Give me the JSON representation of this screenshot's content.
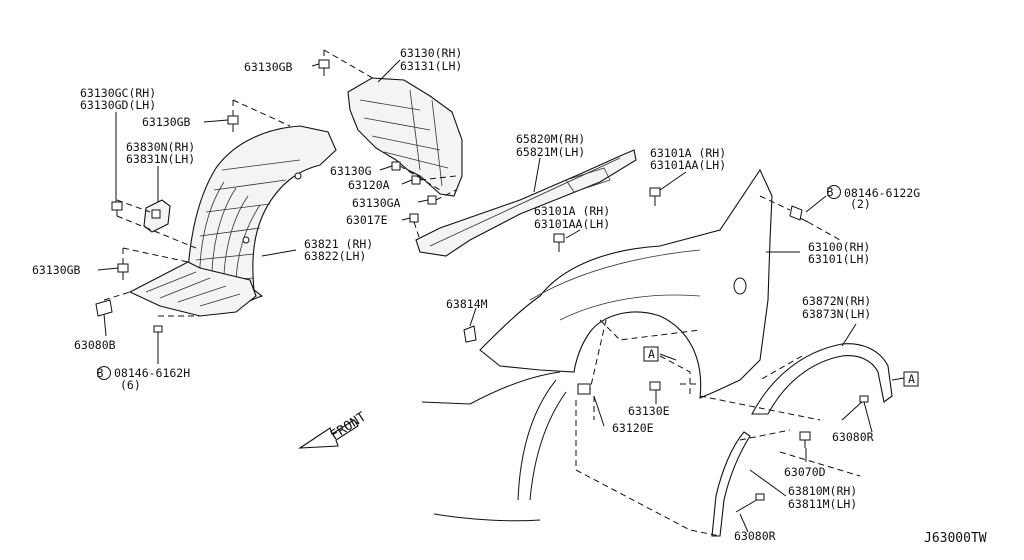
{
  "diagram": {
    "labels": {
      "l63130gb_top": "63130GB",
      "l63130_rh": "63130(RH)",
      "l63131_lh": "63131(LH)",
      "l63130gc_rh": "63130GC(RH)",
      "l63130gd_lh": "63130GD(LH)",
      "l63130gb_mid": "63130GB",
      "l63830n_rh": "63830N(RH)",
      "l63831n_lh": "63831N(LH)",
      "l65820m_rh": "65820M(RH)",
      "l65821m_lh": "65821M(LH)",
      "l63101a_rh_top": "63101A (RH)",
      "l63101aa_lh_top": "63101AA(LH)",
      "l63130g": "63130G",
      "l63120a": "63120A",
      "l63130ga": "63130GA",
      "l63017e": "63017E",
      "l08146_6122g": "08146-6122G",
      "l_qty2": "(2)",
      "l63101a_rh_mid": "63101A (RH)",
      "l63101aa_lh_mid": "63101AA(LH)",
      "l63821_rh": "63821 (RH)",
      "l63822_lh": "63822(LH)",
      "l63100_rh": "63100(RH)",
      "l63101_lh": "63101(LH)",
      "l63130gb_low": "63130GB",
      "l63814m": "63814M",
      "l63872n_rh": "63872N(RH)",
      "l63873n_lh": "63873N(LH)",
      "l63080b": "63080B",
      "l08146_6162h": "08146-6162H",
      "l_qty6": "(6)",
      "l_marker_a1": "A",
      "l_marker_a2": "A",
      "l63130e": "63130E",
      "l63120e": "63120E",
      "l63080r_mid": "63080R",
      "l63070d": "63070D",
      "l63810m_rh": "63810M(RH)",
      "l63811m_lh": "63811M(LH)",
      "l63080r_low": "63080R",
      "front": "FRONT",
      "diagram_code": "J63000TW",
      "b_mark1": "B",
      "b_mark2": "B"
    }
  }
}
